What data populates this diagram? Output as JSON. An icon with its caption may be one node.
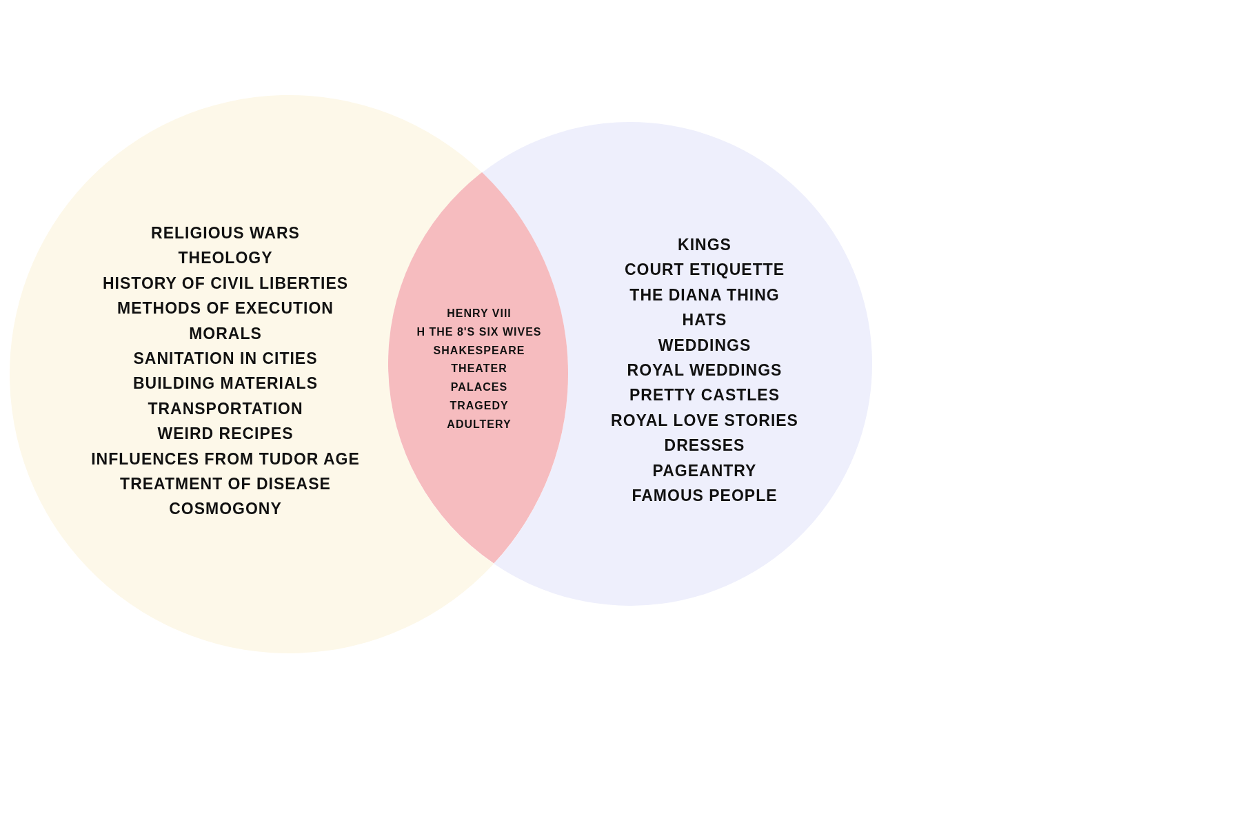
{
  "diagram": {
    "nodes": [
      {
        "text": [
          "RELIGIOUS WARS",
          "THEOLOGY",
          "HISTORY OF CIVIL LIBERTIES",
          "METHODS OF EXECUTION",
          "MORALS",
          "SANITATION IN CITIES",
          "BUILDING MATERIALS",
          "TRANSPORTATION",
          "WEIRD RECIPES",
          "INFLUENCES FROM TUDOR AGE",
          "TREATMENT OF DISEASE",
          "COSMOGONY"
        ]
      },
      {
        "text": [
          "KINGS",
          "COURT ETIQUETTE",
          "THE DIANA THING",
          "HATS",
          "WEDDINGS",
          "ROYAL WEDDINGS",
          "PRETTY CASTLES",
          "ROYAL LOVE STORIES",
          "DRESSES",
          "PAGEANTRY",
          "FAMOUS PEOPLE"
        ]
      },
      {
        "text": [
          "HENRY VIII",
          "H THE 8'S SIX WIVES",
          "SHAKESPEARE",
          "THEATER",
          "PALACES",
          "TRAGEDY",
          "ADULTERY"
        ]
      }
    ]
  }
}
